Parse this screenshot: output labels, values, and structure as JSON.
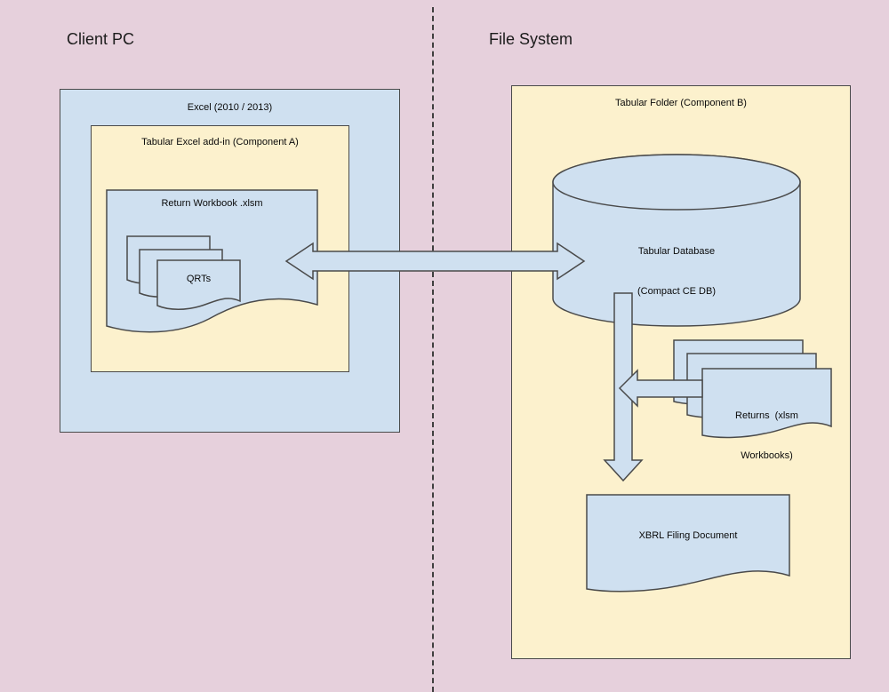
{
  "colors": {
    "background": "#e6d0dc",
    "box_blue": "#cfe0f0",
    "box_yellow": "#fcf1cd",
    "stroke": "#4a4a4a",
    "text": "#0a0a0a"
  },
  "titles": {
    "client_pc": "Client PC",
    "file_system": "File System"
  },
  "client_pc": {
    "excel_box_label": "Excel (2010 / 2013)",
    "addin_box_label": "Tabular Excel add-in (Component A)",
    "return_workbook_label": "Return Workbook .xlsm",
    "qrts_label": "QRTs"
  },
  "file_system": {
    "folder_box_label": "Tabular Folder (Component B)",
    "database_label_line1": "Tabular Database",
    "database_label_line2": "(Compact CE DB)",
    "returns_label_line1": "Returns  (xlsm",
    "returns_label_line2": "Workbooks)",
    "xbrl_label": "XBRL Filing Document"
  }
}
